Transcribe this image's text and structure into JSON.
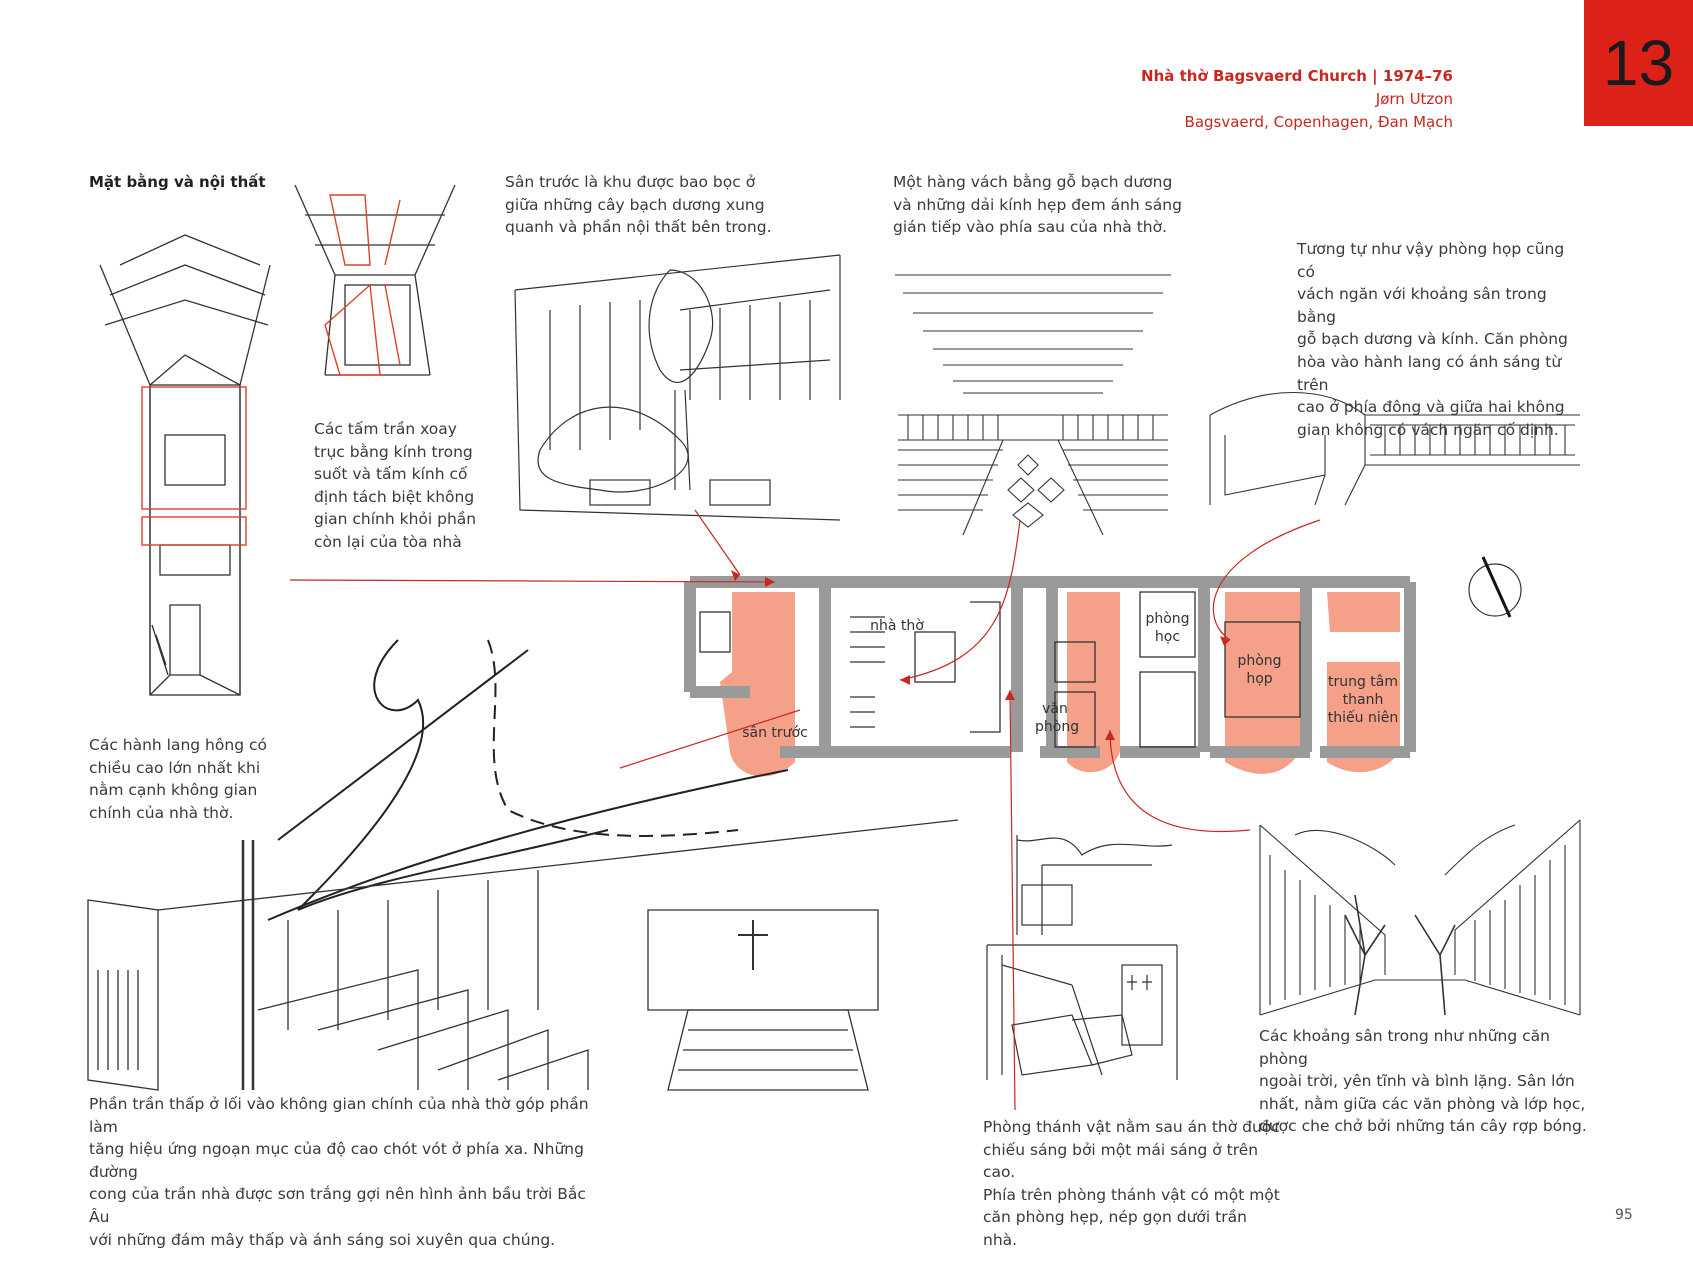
{
  "header": {
    "title": "Nhà thờ Bagsvaerd Church | 1974–76",
    "architect": "Jørn Utzon",
    "location": "Bagsvaerd, Copenhagen, Đan Mạch",
    "chapter_number": "13"
  },
  "section_title": "Mặt bằng và nội thất",
  "captions": {
    "courtyard_front": "Sân trước là khu được bao bọc ở\ngiữa những cây bạch dương xung\nquanh và phần nội thất bên trong.",
    "birch_wall": "Một hàng vách bằng gỗ bạch dương\nvà những dải kính hẹp đem ánh sáng\ngián tiếp vào phía sau của nhà thờ.",
    "meeting_room": "Tương tự như vậy phòng họp cũng có\nvách ngăn với khoảng sân trong bằng\ngỗ bạch dương và kính. Căn phòng\nhòa vào hành lang có ánh sáng từ trên\ncao ở phía đông và giữa hai không\ngian không có vách ngăn cố định.",
    "ceiling_panels": "Các tấm trần xoay\ntrục bằng kính trong\nsuốt và tấm kính cố\nđịnh tách biệt không\ngian chính khỏi phần\ncòn lại của tòa nhà",
    "side_corridors": "Các hành lang hông có\nchiều cao lớn nhất khi\nnằm cạnh không gian\nchính của nhà thờ.",
    "low_ceiling": "Phần trần thấp ở lối vào không gian chính của nhà thờ góp phần làm\ntăng hiệu ứng ngoạn mục của độ cao chót vót ở phía xa. Những đường\ncong của trần nhà được sơn trắng gợi nên hình ảnh bầu trời Bắc Âu\nvới những đám mây thấp và ánh sáng soi xuyên qua chúng.",
    "sacristy": "Phòng thánh vật nằm sau án thờ được\nchiếu sáng bởi một mái sáng ở trên cao.\nPhía trên phòng thánh vật có một một\ncăn phòng hẹp, nép gọn dưới trần nhà.",
    "courtyards": "Các khoảng sân trong như những căn phòng\nngoài trời, yên tĩnh và bình lặng. Sân lớn\nnhất, nằm giữa các văn phòng và lớp học,\nđược che chở bởi những tán cây rợp bóng."
  },
  "plan_labels": {
    "church": "nhà thờ",
    "front_court": "sân trước",
    "office": "văn\nphòng",
    "classroom": "phòng\nhọc",
    "meeting": "phòng\nhọp",
    "youth_center": "trung tâm\nthanh\nthiếu niên"
  },
  "page_number": "95",
  "colors": {
    "accent_red": "#dc2118",
    "header_red": "#c8281f",
    "courtyard_salmon": "#f5a088",
    "wall_gray": "#9a9a9a",
    "arrow_red": "#c8281f"
  }
}
